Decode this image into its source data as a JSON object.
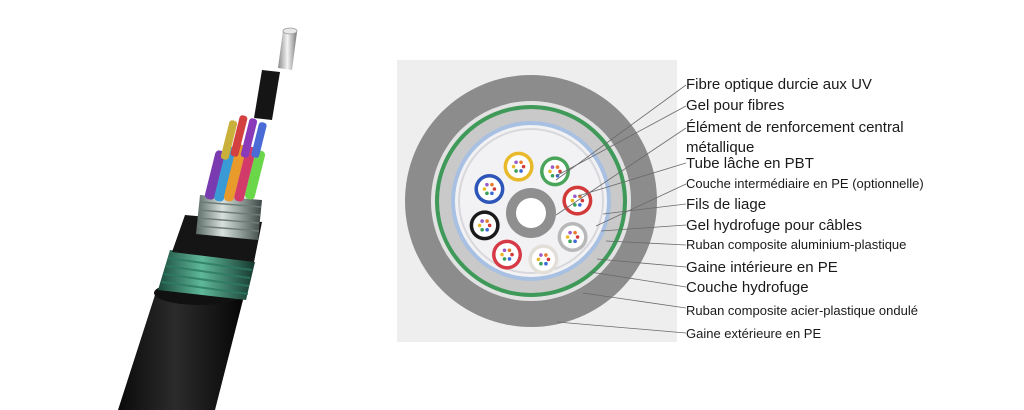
{
  "labels": [
    {
      "id": "uv-fiber",
      "text": "Fibre optique durcie aux UV"
    },
    {
      "id": "fiber-gel",
      "text": "Gel pour fibres"
    },
    {
      "id": "central-member-1",
      "text": "Élément de renforcement central"
    },
    {
      "id": "central-member-2",
      "text": "métallique"
    },
    {
      "id": "loose-tube",
      "text": "Tube lâche en PBT"
    },
    {
      "id": "pe-intermediate",
      "text": "Couche intermédiaire en PE (optionnelle)"
    },
    {
      "id": "binding-yarn",
      "text": "Fils de liage"
    },
    {
      "id": "water-gel",
      "text": "Gel hydrofuge pour câbles"
    },
    {
      "id": "alu-tape",
      "text": "Ruban composite aluminium-plastique"
    },
    {
      "id": "inner-sheath",
      "text": "Gaine intérieure en PE"
    },
    {
      "id": "water-layer",
      "text": "Couche hydrofuge"
    },
    {
      "id": "steel-tape",
      "text": "Ruban composite acier-plastique ondulé"
    },
    {
      "id": "outer-sheath",
      "text": "Gaine extérieure en PE"
    }
  ],
  "colors": {
    "outer_sheath": "#8c8c8c",
    "water_layer": "#e2e2e2",
    "green_band": "#3f9a5a",
    "inner_sheath": "#c9c9c9",
    "alu_tape": "#a8c0e2",
    "core_fill": "#f2f2f4",
    "central_member": "#8f8f8f",
    "tube_colors": [
      "#e8b92a",
      "#4aa45a",
      "#d23a3a",
      "#b8b8b8",
      "#e2dfd8",
      "#d63a46",
      "#1a1a1a",
      "#2d56b8"
    ]
  }
}
